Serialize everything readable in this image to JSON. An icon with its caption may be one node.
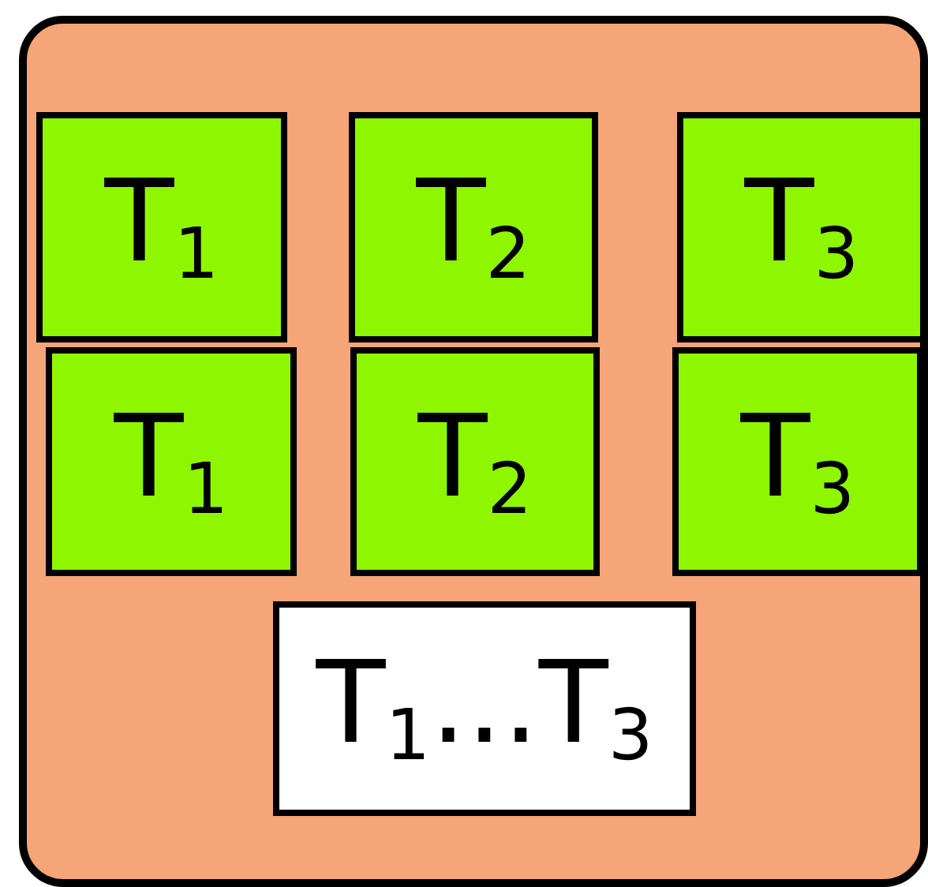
{
  "diagram": {
    "nodes": [
      {
        "text": [],
        "shape": "box"
      },
      {
        "text": [
          "T$_{1}$"
        ],
        "in": 0
      },
      {
        "text": [
          "T$_{2}$"
        ],
        "in": 0
      },
      {
        "text": [
          "T$_{3}$"
        ],
        "in": 0
      },
      {
        "text": [
          "T$_{1}$"
        ],
        "in": 0
      },
      {
        "text": [
          "T$_{2}$"
        ],
        "in": 0
      },
      {
        "text": [
          "T$_{3}$"
        ],
        "in": 0
      },
      {
        "text": [
          "T$_{1}$...T$_{3}$"
        ],
        "in": 0
      }
    ]
  }
}
